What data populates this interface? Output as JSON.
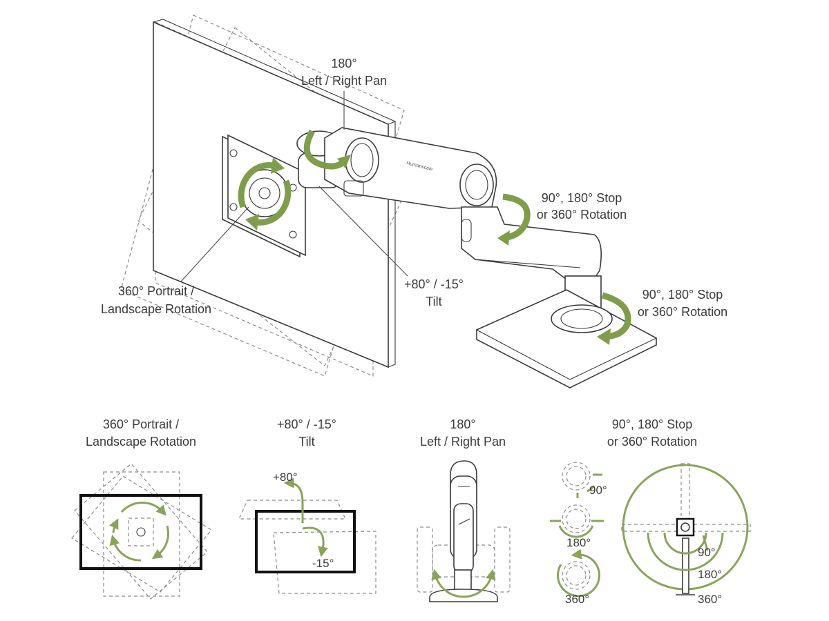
{
  "main": {
    "pan": {
      "line1": "180°",
      "line2": "Left / Right Pan"
    },
    "elbow_rotation": {
      "line1": "90°, 180° Stop",
      "line2": "or 360° Rotation"
    },
    "base_rotation": {
      "line1": "90°, 180° Stop",
      "line2": "or 360° Rotation"
    },
    "portrait": {
      "line1": "360° Portrait /",
      "line2": "Landscape Rotation"
    },
    "tilt": {
      "line1": "+80° / -15°",
      "line2": "Tilt"
    }
  },
  "panels": {
    "portrait": {
      "line1": "360° Portrait /",
      "line2": "Landscape Rotation"
    },
    "tilt": {
      "line1": "+80° / -15°",
      "line2": "Tilt",
      "up": "+80°",
      "down": "-15°"
    },
    "pan": {
      "line1": "180°",
      "line2": "Left / Right Pan"
    },
    "rotation": {
      "line1": "90°, 180° Stop",
      "line2": "or 360° Rotation",
      "small_90": "90°",
      "small_180": "180°",
      "small_360": "360°",
      "big_90": "90°",
      "big_180": "180°",
      "big_360": "360°"
    }
  },
  "colors": {
    "accent": "#7f9d4c",
    "line": "#3a3a3a"
  }
}
